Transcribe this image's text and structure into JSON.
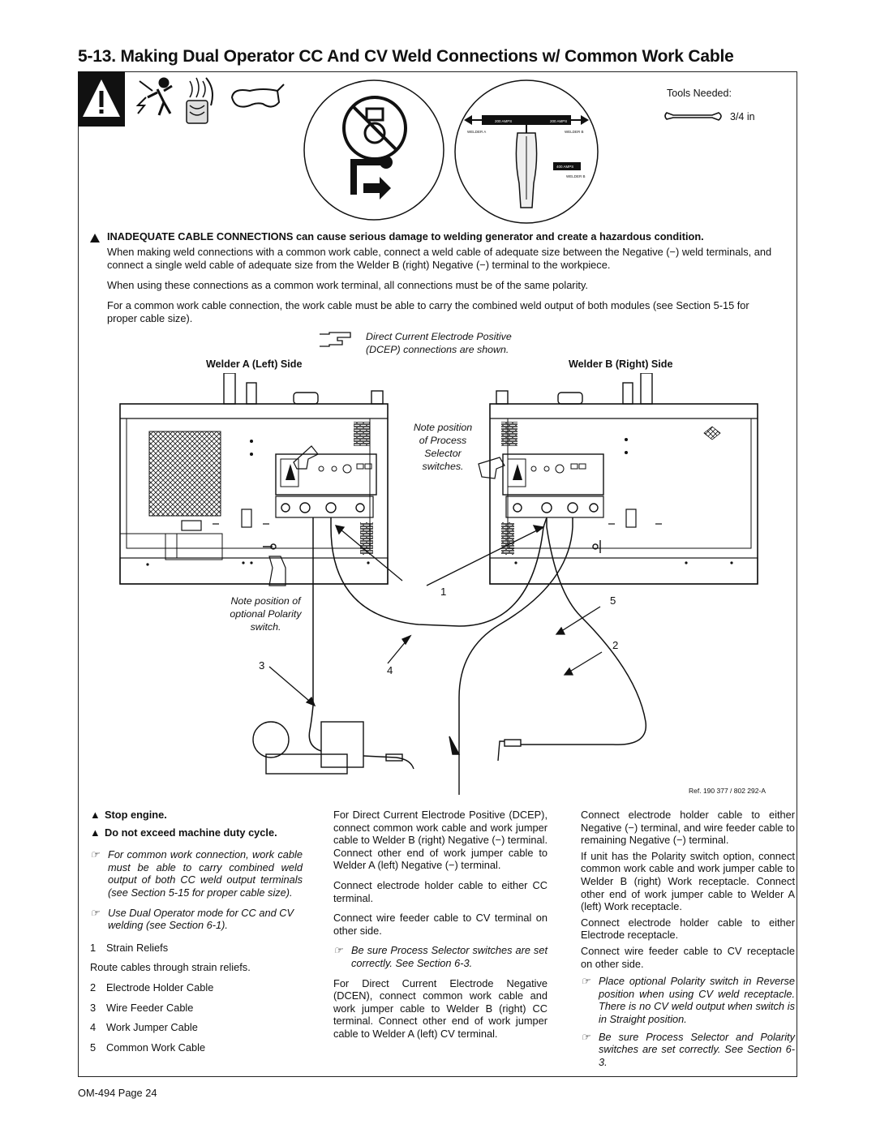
{
  "title": "5-13. Making Dual Operator CC And CV Weld Connections w/ Common Work Cable",
  "tools": {
    "label": "Tools Needed:",
    "wrench_size": "3/4 in"
  },
  "selector_graphic": {
    "left_amp": "200 AMPS",
    "right_amp": "200 AMPS",
    "welder_a": "WELDER A",
    "welder_b_top": "WELDER B",
    "bottom_amp": "400 AMPS",
    "welder_b_bottom": "WELDER B"
  },
  "warning_main": "INADEQUATE CABLE CONNECTIONS can cause serious damage to welding generator and create a hazardous condition.",
  "intro": [
    "When making weld connections with a common work cable, connect a weld cable of adequate size between the Negative (−) weld terminals, and connect a single weld cable of adequate size from the Welder B (right) Negative (−) terminal to the workpiece.",
    "When using these connections as a common work terminal, all connections must be of the same polarity.",
    "For a common work cable connection, the work cable must be able to carry the combined weld output of both modules (see Section 5-15 for proper cable size)."
  ],
  "diagram": {
    "dcep_note": [
      "Direct Current Electrode Positive",
      "(DCEP) connections are shown."
    ],
    "welder_a_label": "Welder A (Left) Side",
    "welder_b_label": "Welder B (Right) Side",
    "process_note": [
      "Note position",
      "of Process",
      "Selector",
      "switches."
    ],
    "polarity_note": [
      "Note position of",
      "optional Polarity",
      "switch."
    ],
    "callouts": [
      "1",
      "5",
      "2",
      "3",
      "4"
    ],
    "ref": "Ref. 190 377 / 802 292-A"
  },
  "col1": {
    "warnings": [
      "Stop engine.",
      "Do not exceed machine duty cycle."
    ],
    "notes": [
      "For common work connection, work cable must be able to carry combined weld output of both CC weld output terminals (see Section 5-15 for proper cable size).",
      "Use Dual Operator mode for CC and CV welding (see Section 6-1)."
    ],
    "legend": [
      {
        "num": "1",
        "text": "Strain Reliefs"
      },
      {
        "num": "",
        "text": "Route cables through strain reliefs."
      },
      {
        "num": "2",
        "text": "Electrode Holder Cable"
      },
      {
        "num": "3",
        "text": "Wire Feeder Cable"
      },
      {
        "num": "4",
        "text": "Work Jumper Cable"
      },
      {
        "num": "5",
        "text": "Common Work Cable"
      }
    ]
  },
  "col2": {
    "p1": "For Direct Current Electrode Positive (DCEP), connect common work cable and work jumper cable to Welder B (right) Negative (−) terminal. Connect other end of work jumper cable to Welder A (left) Negative (−) terminal.",
    "p2": "Connect electrode holder cable to either CC terminal.",
    "p3": "Connect wire feeder cable to CV terminal on other side.",
    "note": "Be sure Process Selector switches are set correctly. See Section 6-3.",
    "p4": "For Direct Current Electrode Negative (DCEN), connect common work cable and work jumper cable to Welder B (right) CC terminal. Connect other end of work jumper cable to Welder A (left) CV terminal."
  },
  "col3": {
    "p1": "Connect electrode holder cable to either Negative (−) terminal, and wire feeder cable to remaining Negative (−) terminal.",
    "p2": "If unit has the Polarity switch option, connect common work cable and work jumper cable to Welder B (right) Work receptacle. Connect other end of work jumper cable to Welder A (left) Work receptacle.",
    "p3": "Connect electrode holder cable to either Electrode receptacle.",
    "p4": "Connect wire feeder cable to CV receptacle on other side.",
    "note1": "Place optional Polarity switch in Reverse position when using CV weld receptacle. There is no CV weld output when switch is in Straight position.",
    "note2": "Be sure Process Selector and Polarity switches are set correctly. See Section 6-3."
  },
  "footer": "OM-494 Page 24"
}
